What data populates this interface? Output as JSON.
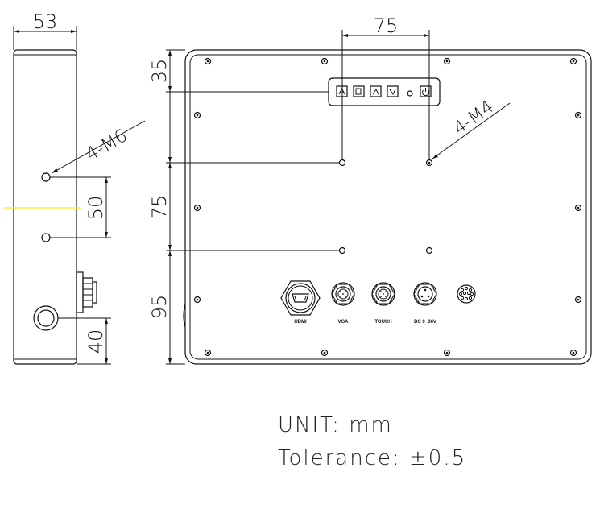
{
  "side_view": {
    "width_dim": "53",
    "hole_spacing_dim": "50",
    "bottom_offset_dim": "40",
    "thread_callout": "4-M6"
  },
  "front_view": {
    "hole_spacing_h_dim": "75",
    "top_offset_dim": "35",
    "hole_spacing_v_dim": "75",
    "bottom_offset_dim": "95",
    "thread_callout": "4-M4",
    "ports": [
      {
        "label": "HDMI"
      },
      {
        "label": "VGA"
      },
      {
        "label": "TOUCH"
      },
      {
        "label": "DC 9~36V"
      }
    ]
  },
  "notes": {
    "unit": "UNIT: mm",
    "tolerance": "Tolerance: ±0.5"
  }
}
